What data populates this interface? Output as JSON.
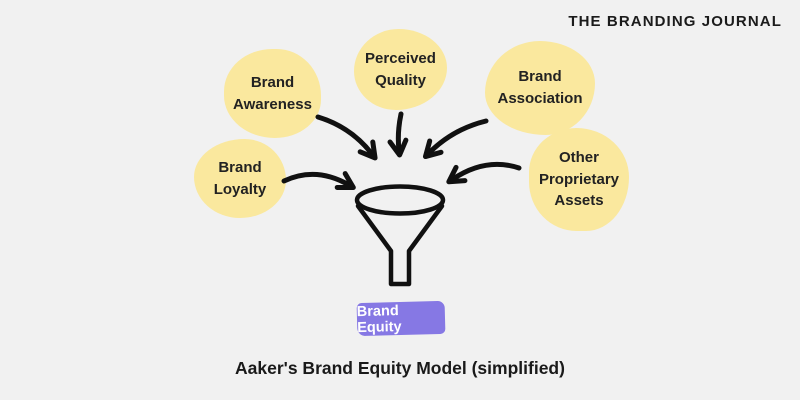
{
  "logo": {
    "text": "THE BRANDING JOURNAL"
  },
  "diagram": {
    "bubbles": [
      {
        "id": "brand-awareness",
        "label": "Brand Awareness"
      },
      {
        "id": "perceived-quality",
        "label": "Perceived Quality"
      },
      {
        "id": "brand-association",
        "label": "Brand Association"
      },
      {
        "id": "brand-loyalty",
        "label": "Brand Loyalty"
      },
      {
        "id": "other-proprietary-assets",
        "label": "Other Proprietary Assets"
      }
    ],
    "funnel": {
      "icon": "funnel-icon"
    },
    "result_badge": {
      "label": "Brand Equity"
    },
    "caption": "Aaker's Brand Equity Model (simplified)"
  },
  "colors": {
    "background": "#F1F1F1",
    "bubble_fill": "#FAE89E",
    "badge_fill": "#8678E4",
    "badge_text": "#FFFFFF",
    "ink": "#111111",
    "text": "#1D1D1D"
  }
}
